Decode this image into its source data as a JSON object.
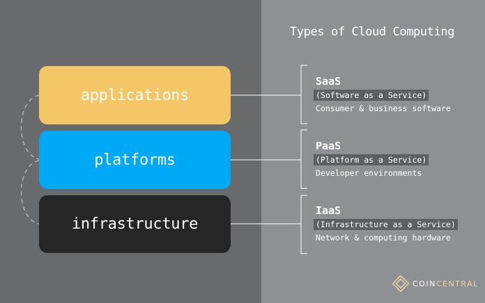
{
  "title": "Types of Cloud Computing",
  "layers": [
    {
      "label": "applications"
    },
    {
      "label": "platforms"
    },
    {
      "label": "infrastructure"
    }
  ],
  "services": [
    {
      "name": "SaaS",
      "full_name": "(Software as a Service)",
      "description": "Consumer & business software"
    },
    {
      "name": "PaaS",
      "full_name": "(Platform as a Service)",
      "description": "Developer environments"
    },
    {
      "name": "IaaS",
      "full_name": "(Infrastructure as a Service)",
      "description": "Network & computing hardware"
    }
  ],
  "logo": {
    "text_primary": "COIN",
    "text_secondary": "CENTRAL"
  },
  "colors": {
    "left_background": "#696a6c",
    "right_background": "#8f9093",
    "applications": "#f5c665",
    "platforms": "#00a9f5",
    "infrastructure": "#262626"
  }
}
